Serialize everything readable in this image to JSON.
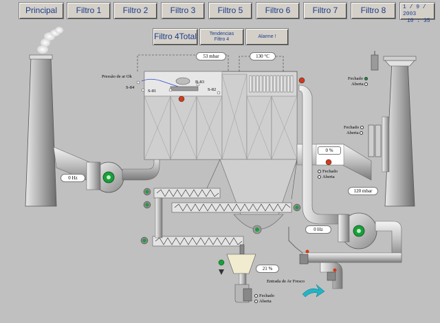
{
  "nav": {
    "buttons": [
      "Principal",
      "Filtro 1",
      "Filtro 2",
      "Filtro 3",
      "Filtro 5",
      "Filtro 6",
      "Filtro 7",
      "Filtro 8"
    ]
  },
  "clock": {
    "date": "1 / 9 / 2003",
    "time": "10 : 35"
  },
  "subnav": {
    "title_button": "Filtro 4Total",
    "trends_line1": "Tendencias",
    "trends_line2": "Filtro 4",
    "alarm_button": "Alarme !"
  },
  "readouts": {
    "pressure_mbar": "53 mbar",
    "temperature": "130 °C",
    "damper_percent": "0 %",
    "fan_left_hz": "0 Hz",
    "outlet_pressure": "120 mbar",
    "fan_right_hz": "0 Hz",
    "hopper_level": "21 %"
  },
  "labels": {
    "air_pressure": "Pressão de ar Ok",
    "s84": "S-84",
    "s81": "S-81",
    "b83": "B-83",
    "s82": "S-82",
    "fresh_air": "Entrada de Ar Fresco"
  },
  "valves": {
    "closed": "Fechado",
    "open": "Aberta"
  },
  "colors": {
    "background": "#c0c0c0",
    "accent_green": "#1a9e3a",
    "motor_red": "#d23a1a",
    "pipe": "#c9c9c9",
    "cyan_arrow": "#1fb5c8",
    "hopper_fill": "#f1ecd0"
  }
}
